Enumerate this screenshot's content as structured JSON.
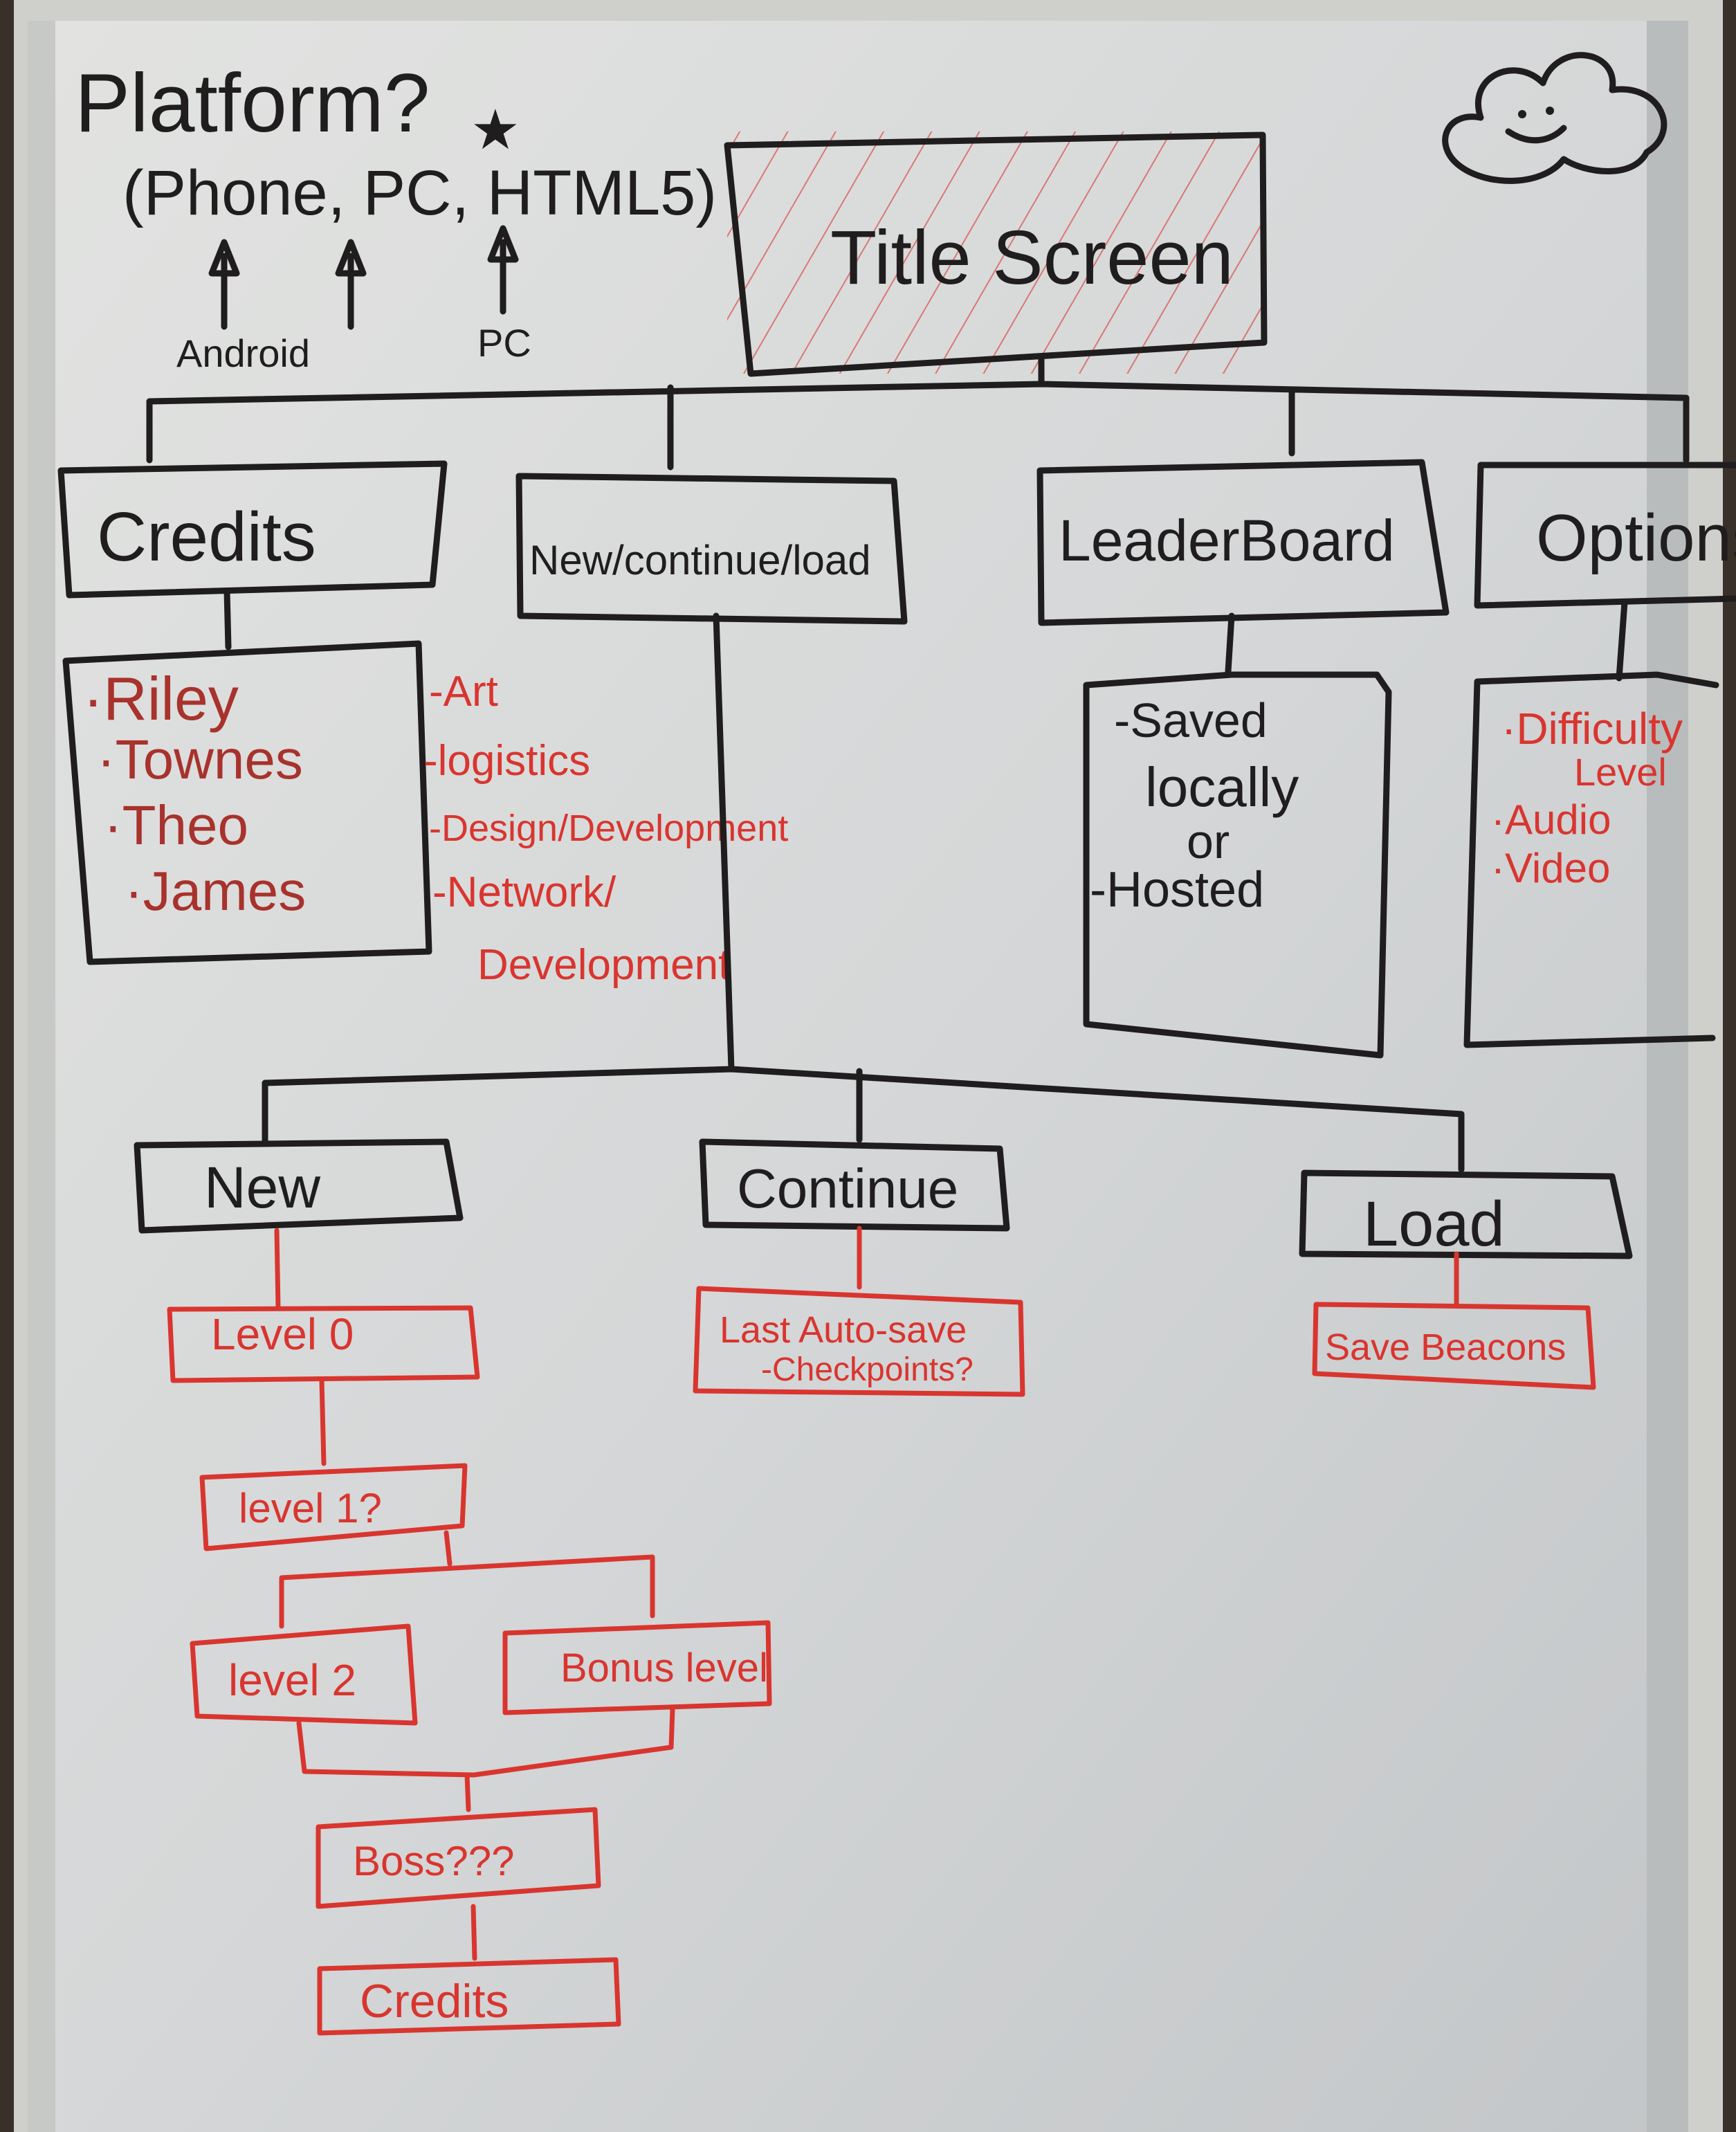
{
  "platform": {
    "heading": "Platform?",
    "options": "(Phone, PC, HTML5)",
    "arrow_labels": [
      "Android",
      "PC"
    ]
  },
  "title_screen": "Title Screen",
  "menu": {
    "credits": "Credits",
    "new_continue_load": "New/continue/load",
    "leaderboard": "LeaderBoard",
    "options": "Options"
  },
  "credits_list": {
    "names": [
      "·Riley",
      "·Townes",
      "·Theo",
      "·James"
    ],
    "roles": [
      "-Art",
      "-logistics",
      "-Design/Development",
      "-Network/",
      "Development"
    ]
  },
  "leaderboard_notes": [
    "-Saved",
    "locally",
    "or",
    "-Hosted"
  ],
  "options_list": [
    "·Difficulty",
    "Level",
    "·Audio",
    "·Video"
  ],
  "game_modes": {
    "new": "New",
    "continue": "Continue",
    "load": "Load"
  },
  "continue_detail": [
    "Last Auto-save",
    "-Checkpoints?"
  ],
  "load_detail": "Save Beacons",
  "level_flow": {
    "level0": "Level 0",
    "level1": "level 1?",
    "level2": "level 2",
    "bonus": "Bonus level",
    "boss": "Boss???",
    "credits": "Credits"
  },
  "colors": {
    "board": "#d6d8d8",
    "black_marker": "#1f1d1e",
    "red_marker": "#d9352f"
  }
}
